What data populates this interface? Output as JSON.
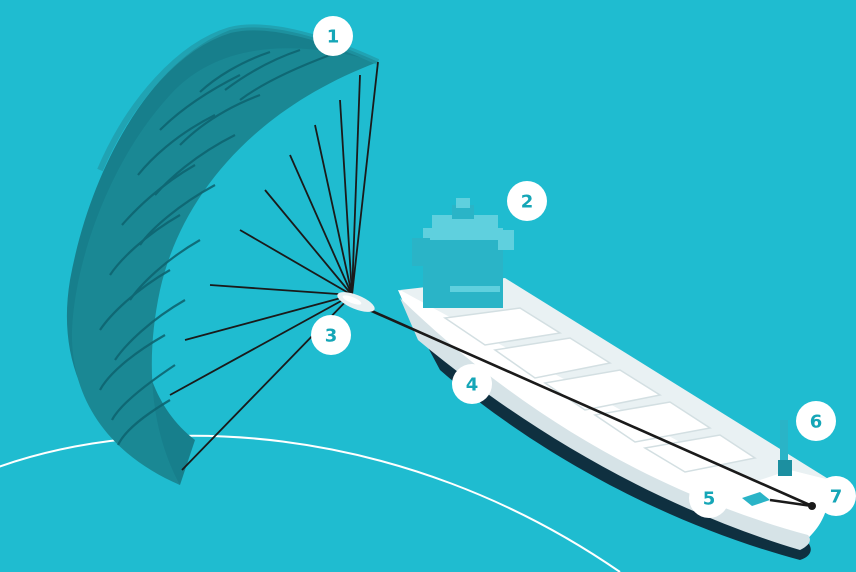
{
  "colors": {
    "background": "#1fbcd0",
    "kite": "#177f8c",
    "kite_dark": "#0e6571",
    "kite_light": "#2199a6",
    "ship_hull": "#ffffff",
    "ship_hull_shadow": "#0f3040",
    "ship_deck": "#e6eef0",
    "ship_superstructure": "#2ab4c7",
    "lines": "#1a1a1a",
    "markers": "#ffffff",
    "marker_text": "#15a6b7"
  },
  "markers": [
    {
      "id": "1",
      "label": "1",
      "refers_to": "kite-canopy-icon"
    },
    {
      "id": "2",
      "label": "2",
      "refers_to": "bridge-superstructure-icon"
    },
    {
      "id": "3",
      "label": "3",
      "refers_to": "control-pod-icon"
    },
    {
      "id": "4",
      "label": "4",
      "refers_to": "towing-rope-icon"
    },
    {
      "id": "5",
      "label": "5",
      "refers_to": "winch-icon"
    },
    {
      "id": "6",
      "label": "6",
      "refers_to": "launch-mast-icon"
    },
    {
      "id": "7",
      "label": "7",
      "refers_to": "bow-attachment-icon"
    }
  ]
}
